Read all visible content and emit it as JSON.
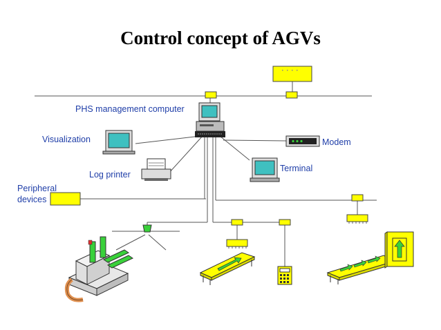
{
  "title": "Control concept of AGVs",
  "labels": {
    "phs_computer": "PHS management computer",
    "visualization": "Visualization",
    "log_printer": "Log printer",
    "peripheral_line1": "Peripheral",
    "peripheral_line2": "devices",
    "modem": "Modem",
    "terminal": "Terminal"
  },
  "colors": {
    "label_text": "#1f3ea8",
    "line": "#555555",
    "node_yellow": "#ffff00",
    "agv_green": "#39d13a",
    "screen_cyan": "#3fc0c0",
    "cart_orange": "#e09050"
  }
}
